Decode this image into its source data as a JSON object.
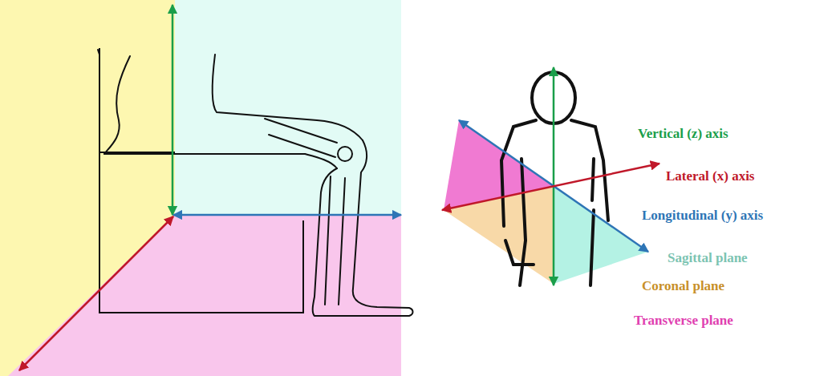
{
  "diagram": {
    "labels": [
      "Vertical (z) axis",
      "Lateral (x) axis",
      "Longitudinal (y) axis",
      "Sagittal plane",
      "Coronal plane",
      "Transverse plane"
    ]
  }
}
